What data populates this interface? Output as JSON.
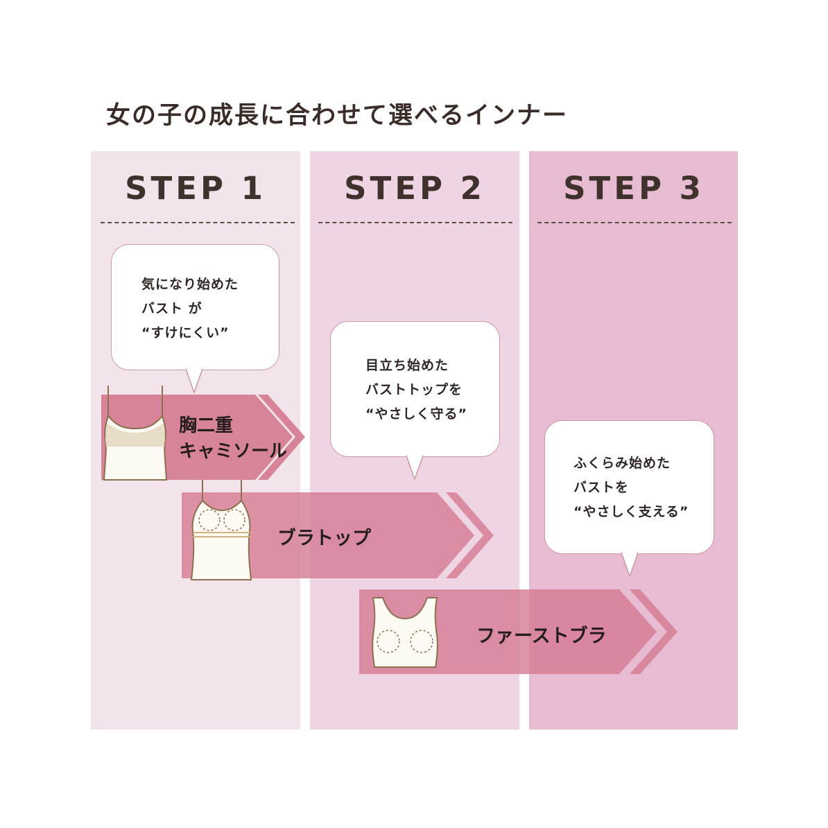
{
  "title": "女の子の成長に合わせて選べるインナー",
  "steps": [
    {
      "label": "STEP 1",
      "bubble": [
        "気になり始めた",
        "バスト が",
        "“すけにくい”"
      ]
    },
    {
      "label": "STEP 2",
      "bubble": [
        "目立ち始めた",
        "バストトップを",
        "“やさしく守る”"
      ]
    },
    {
      "label": "STEP 3",
      "bubble": [
        "ふくらみ始めた",
        "バストを",
        "“やさしく支える”"
      ]
    }
  ],
  "products": [
    {
      "name_lines": [
        "胸二重",
        "キャミソール"
      ],
      "icon": "camisole-icon"
    },
    {
      "name": "ブラトップ",
      "icon": "bra-top-icon"
    },
    {
      "name": "ファーストブラ",
      "icon": "first-bra-icon"
    }
  ],
  "colors": {
    "step1_bg": "#f3e4ec",
    "step2_bg": "#efd4e3",
    "step3_bg": "#e7bcd3",
    "arrow": "#d4798f",
    "garment_outline": "#8c7150"
  }
}
